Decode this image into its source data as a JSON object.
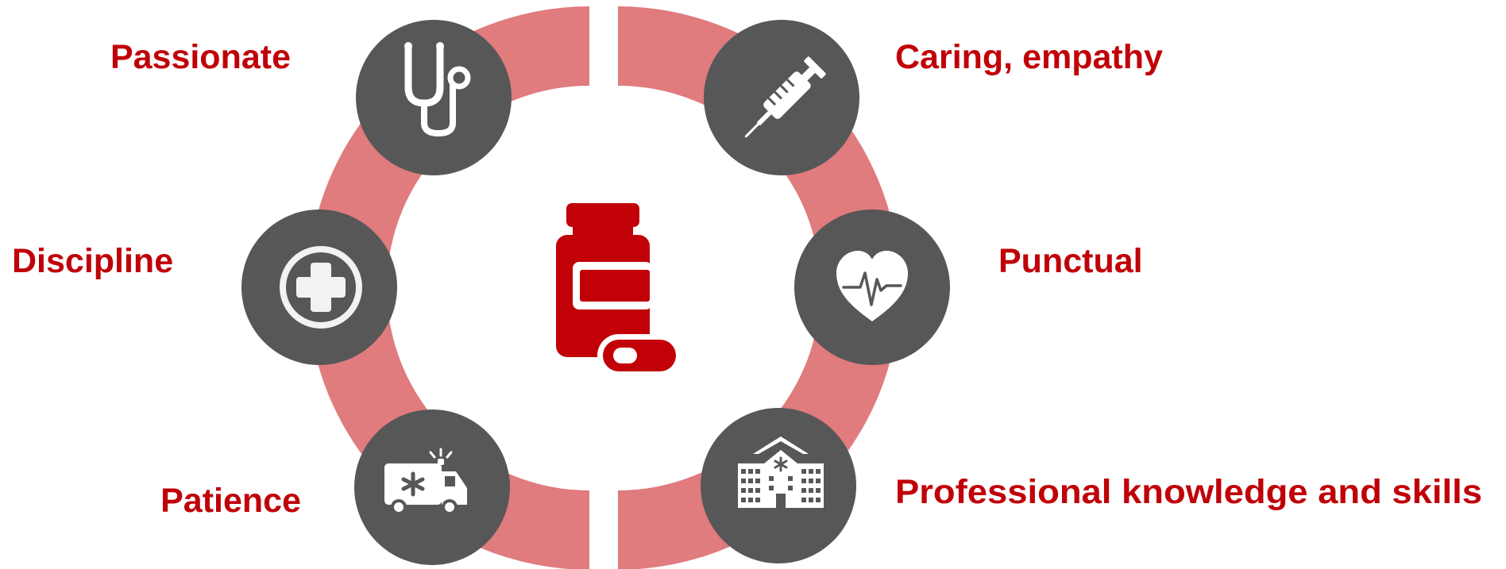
{
  "colors": {
    "ring": "#e07b7e",
    "node": "#575757",
    "icon": "#ffffff",
    "accent": "#c10007",
    "label": "#c00008"
  },
  "center_icon": "medicine-bottle-with-capsule-icon",
  "nodes": [
    {
      "id": "top-left",
      "label": "Passionate",
      "icon": "stethoscope-icon"
    },
    {
      "id": "middle-left",
      "label": "Discipline",
      "icon": "medical-cross-icon"
    },
    {
      "id": "bottom-left",
      "label": "Patience",
      "icon": "ambulance-icon"
    },
    {
      "id": "top-right",
      "label": "Caring, empathy",
      "icon": "syringe-icon"
    },
    {
      "id": "middle-right",
      "label": "Punctual",
      "icon": "heart-pulse-icon"
    },
    {
      "id": "bottom-right",
      "label": "Professional knowledge and skills",
      "icon": "hospital-icon"
    }
  ]
}
